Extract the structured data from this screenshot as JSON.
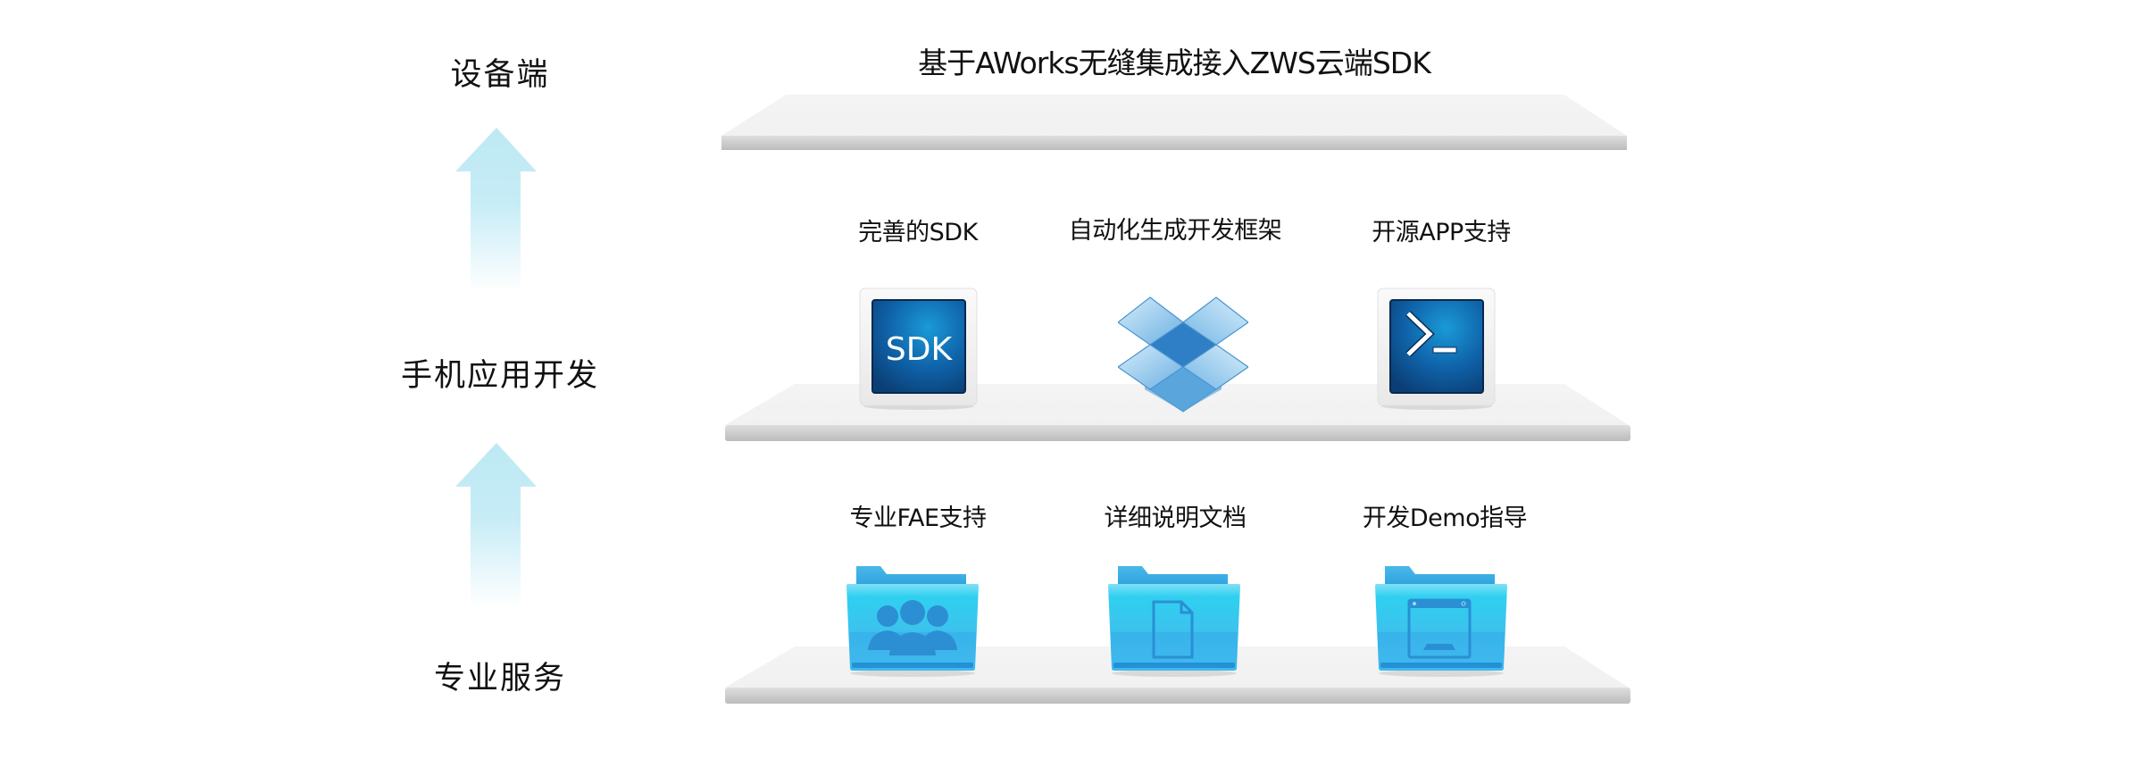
{
  "layers": {
    "device": {
      "label": "设备端",
      "headline": "基于AWorks无缝集成接入ZWS云端SDK"
    },
    "app": {
      "label": "手机应用开发",
      "items": [
        {
          "label": "完善的SDK",
          "icon": "sdk-icon",
          "icon_text": "SDK"
        },
        {
          "label": "自动化生成开发框架",
          "icon": "box-icon"
        },
        {
          "label": "开源APP支持",
          "icon": "terminal-icon",
          "icon_text": ">_"
        }
      ]
    },
    "service": {
      "label": "专业服务",
      "items": [
        {
          "label": "专业FAE支持",
          "icon": "users-folder-icon"
        },
        {
          "label": "详细说明文档",
          "icon": "document-folder-icon"
        },
        {
          "label": "开发Demo指导",
          "icon": "window-folder-icon"
        }
      ]
    }
  },
  "colors": {
    "arrow": "#bde9f4",
    "shelf_top": "#f3f3f3",
    "shelf_front_top": "#dcdcdc",
    "shelf_front_bottom": "#bdbdbd",
    "sdk_blue": "#1168b0",
    "folder_blue": "#3cc4ee"
  }
}
